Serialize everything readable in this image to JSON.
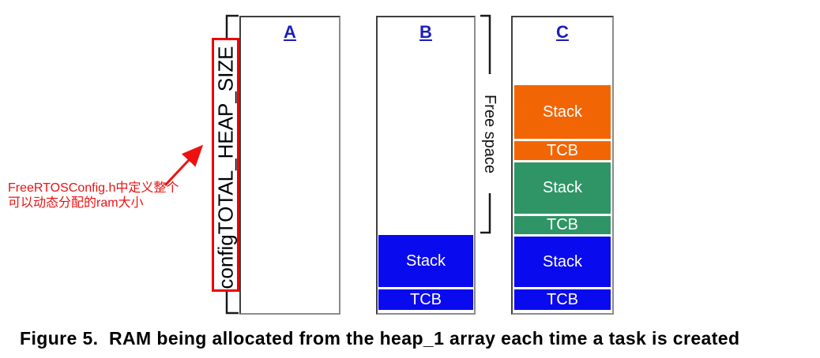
{
  "figure_caption": "Figure 5.  RAM being allocated from the heap_1 array each time a task is created",
  "annotation": {
    "line1": "FreeRTOSConfig.h中定义整个",
    "line2": "可以动态分配的ram大小"
  },
  "heap_size_label": "configTOTAL_HEAP_SIZE",
  "free_space_label": "Free space",
  "columns": [
    {
      "label": "A",
      "blocks": []
    },
    {
      "label": "B",
      "blocks": [
        {
          "label": "Stack",
          "color": "#0a0aee"
        },
        {
          "label": "TCB",
          "color": "#0a0aee"
        }
      ]
    },
    {
      "label": "C",
      "blocks": [
        {
          "label": "Stack",
          "color": "#f26505"
        },
        {
          "label": "TCB",
          "color": "#f26505"
        },
        {
          "label": "Stack",
          "color": "#2f9566"
        },
        {
          "label": "TCB",
          "color": "#2f9566"
        },
        {
          "label": "Stack",
          "color": "#0a0aee"
        },
        {
          "label": "TCB",
          "color": "#0a0aee"
        }
      ]
    }
  ],
  "colors": {
    "task1_blue": "#0a0aee",
    "task2_green": "#2f9566",
    "task3_orange": "#f26505",
    "annotation_red": "#ee1111",
    "bracket_black": "#1a1a1a",
    "column_label_blue": "#1d1dbb",
    "heap_outline_red": "#ee0000"
  }
}
